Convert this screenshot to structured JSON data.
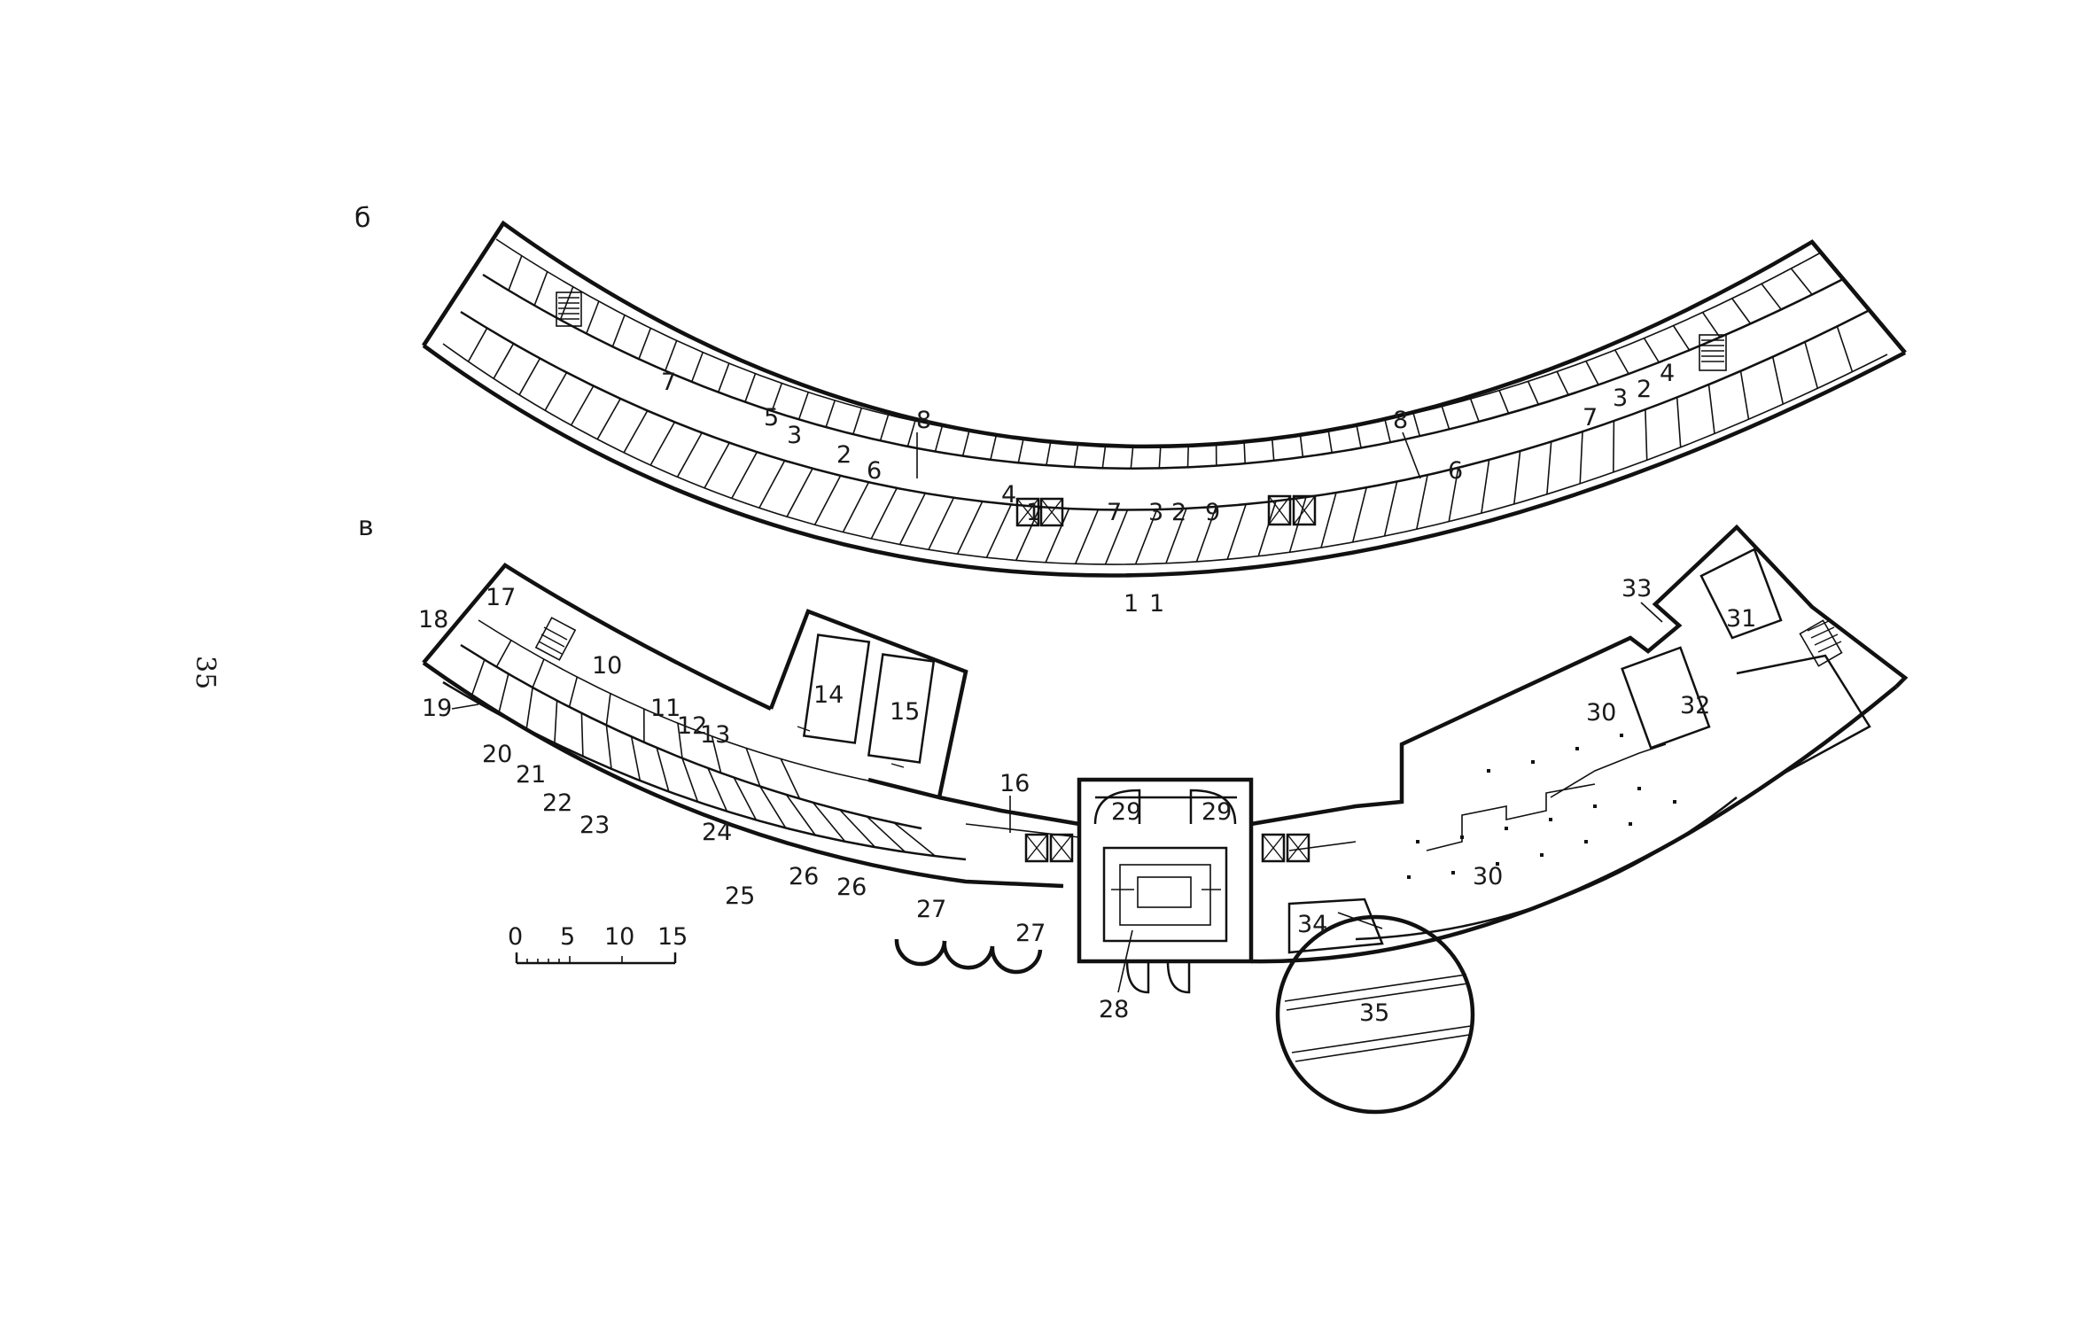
{
  "page_number": "35",
  "plans": {
    "upper": {
      "letter": "б",
      "labels": [
        "7",
        "5",
        "3",
        "2",
        "6",
        "8",
        "4",
        "1",
        "7",
        "3",
        "2",
        "9",
        "1",
        "1",
        "6",
        "8",
        "7",
        "3",
        "2",
        "4"
      ]
    },
    "lower": {
      "letter": "в",
      "labels": [
        "17",
        "18",
        "10",
        "19",
        "11",
        "12",
        "13",
        "14",
        "15",
        "20",
        "21",
        "22",
        "23",
        "16",
        "24",
        "25",
        "26",
        "26",
        "27",
        "27",
        "28",
        "29",
        "29",
        "30",
        "30",
        "31",
        "32",
        "33",
        "34",
        "35"
      ]
    }
  },
  "scale_bar": {
    "ticks": [
      "0",
      "5",
      "10",
      "15"
    ]
  }
}
